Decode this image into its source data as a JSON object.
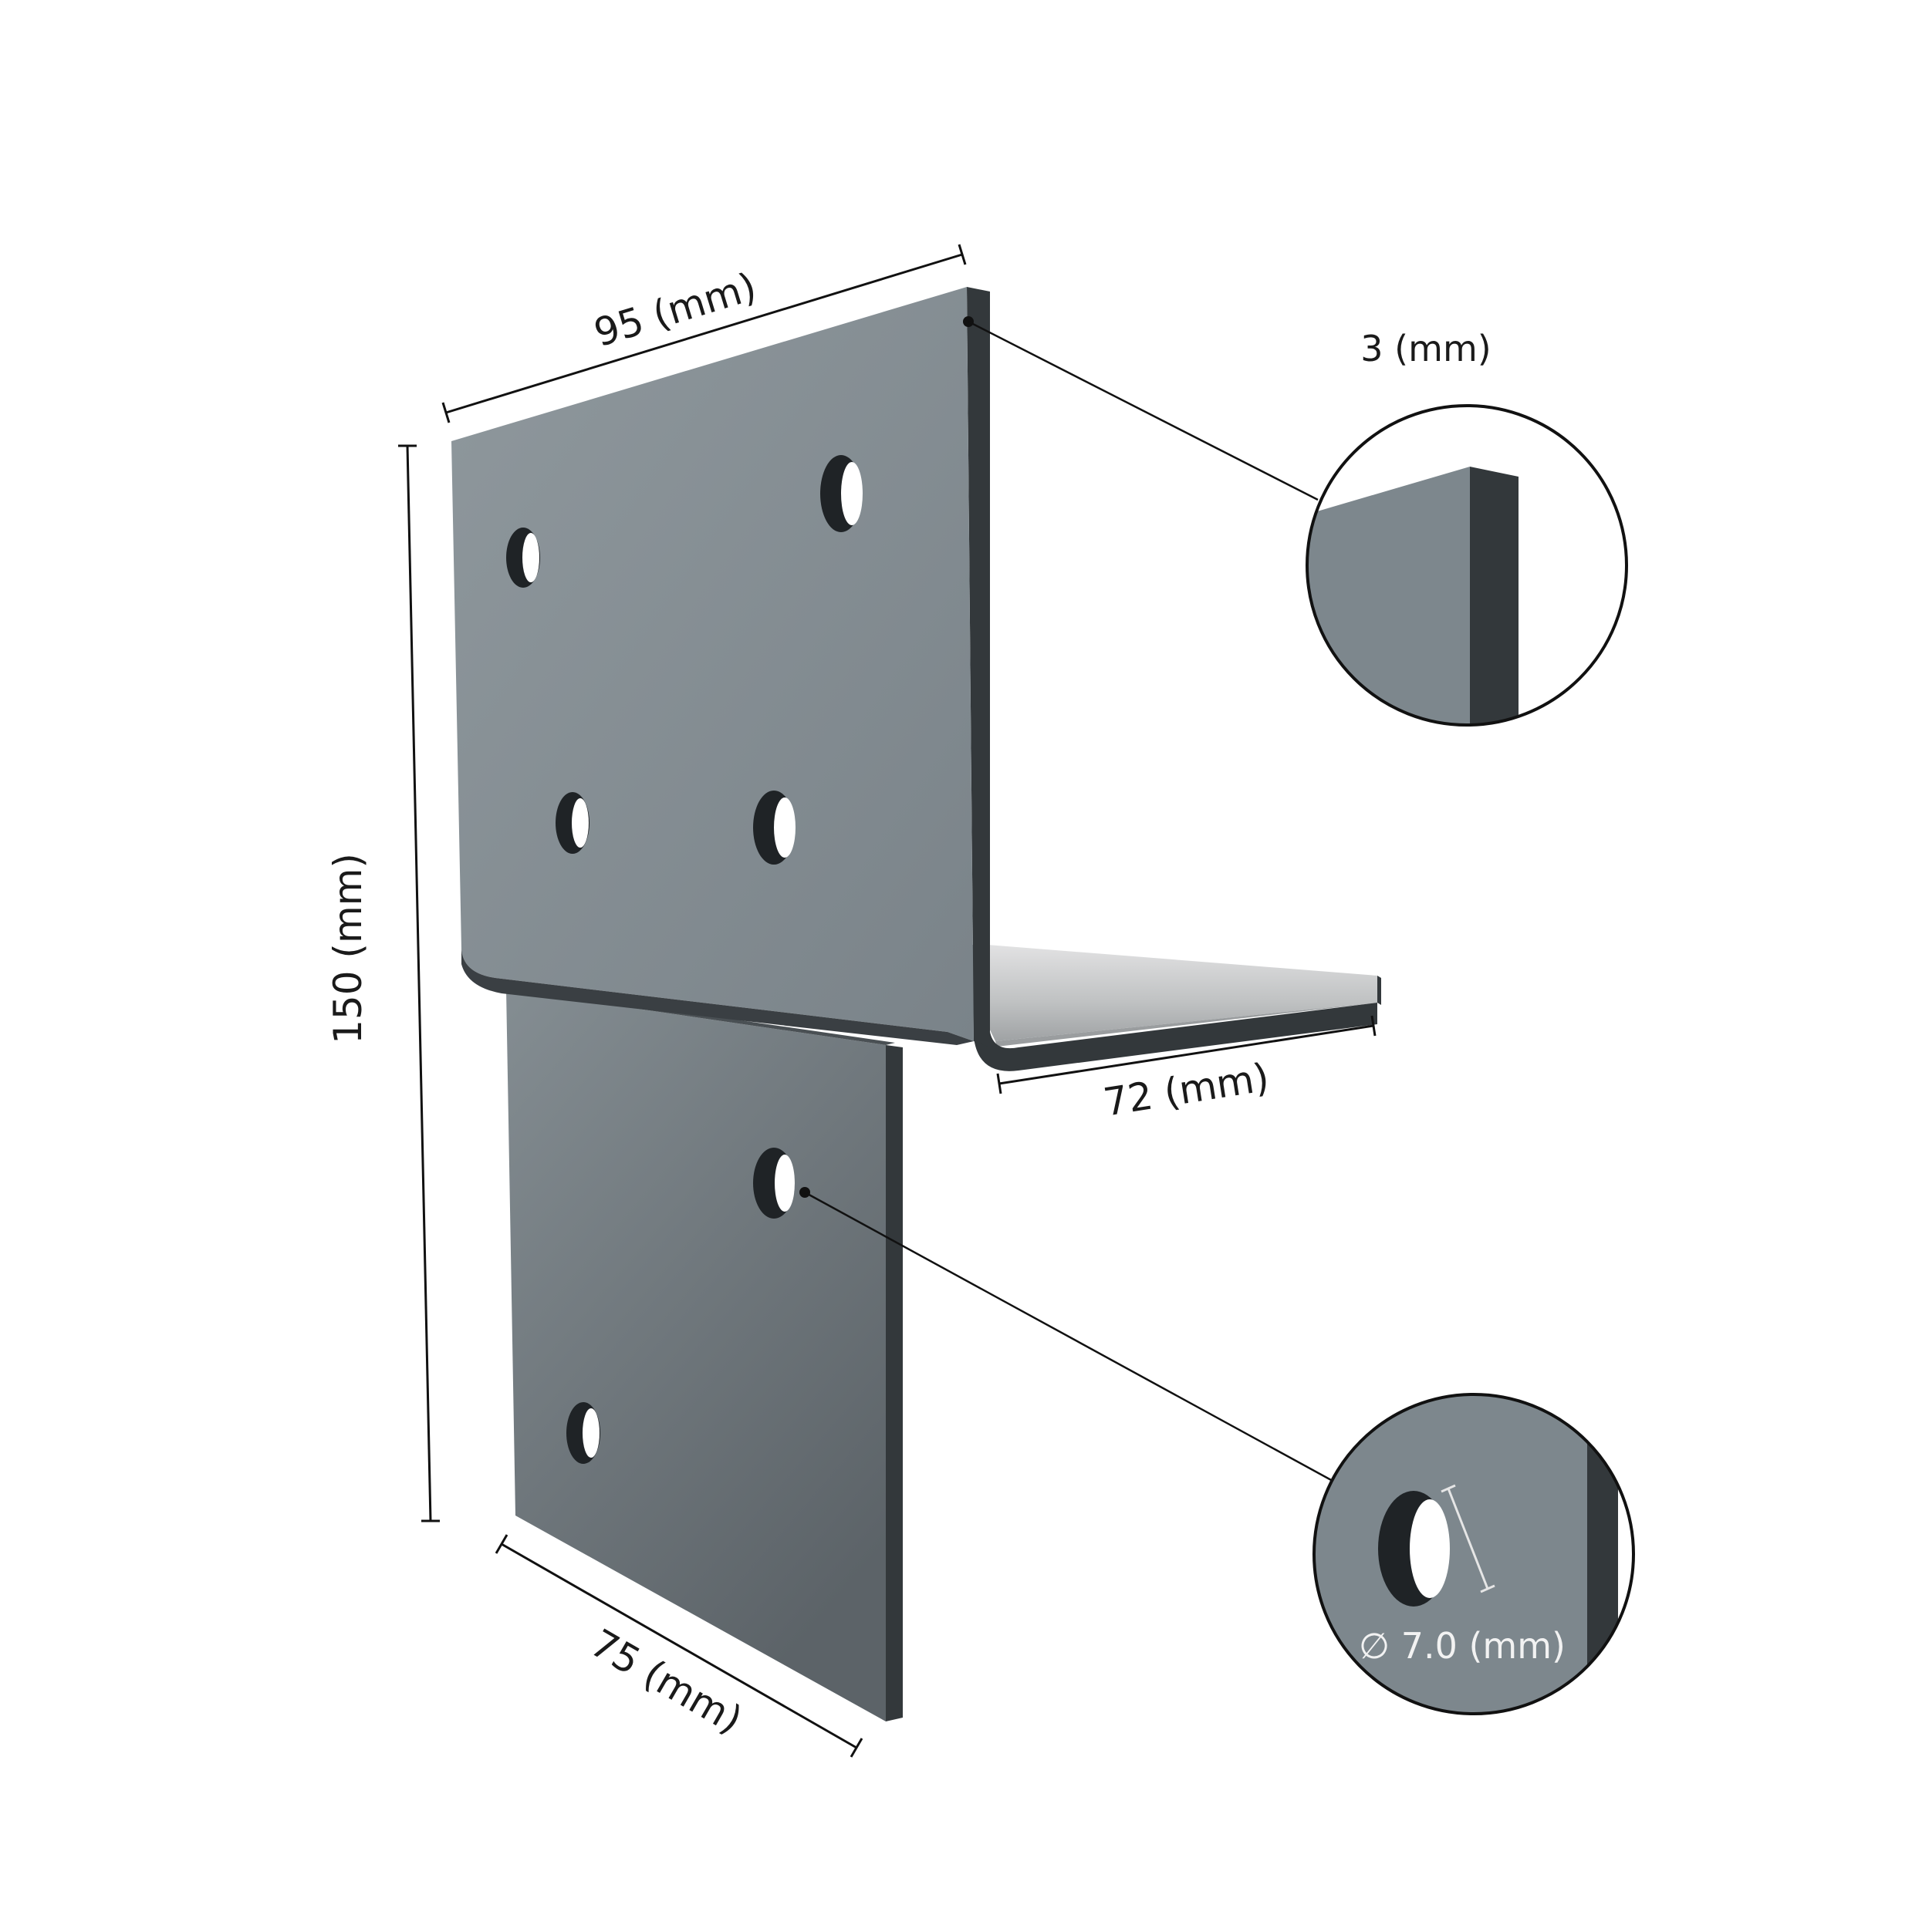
{
  "drawing": {
    "colors": {
      "plate_light": "#8d969b",
      "plate_mid": "#7d868c",
      "plate_dark": "#5f666b",
      "edge": "#33383b",
      "hole_shadow": "#1f2326",
      "background": "#ffffff"
    },
    "dimensions": {
      "top_width": "95 (mm)",
      "height": "150 (mm)",
      "bottom_width": "75 (mm)",
      "flange_depth": "72 (mm)"
    },
    "details": {
      "thickness": {
        "label": "3 (mm)"
      },
      "hole": {
        "label": "∅ 7.0 (mm)"
      }
    }
  }
}
